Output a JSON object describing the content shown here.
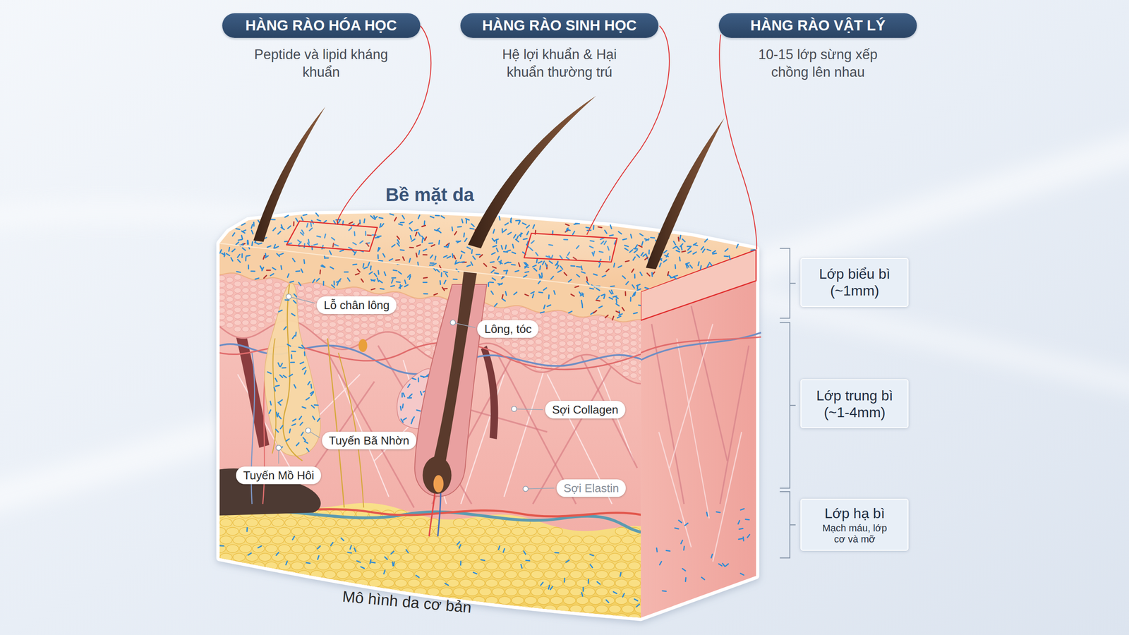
{
  "diagram": {
    "caption": "Mô hình da cơ bản",
    "nodes": [
      {
        "text": [
          "HÀNG RÀO HÓA HỌC",
          "Peptide và lipid kháng khuẩn"
        ]
      },
      {
        "text": [
          "HÀNG RÀO SINH HỌC",
          "Hệ lợi khuẩn & Hại khuẩn thường trú"
        ]
      },
      {
        "text": [
          "HÀNG RÀO VẬT LÝ",
          "10-15 lớp sừng xếp chồng lên nhau"
        ]
      },
      {
        "text": [
          "Lỗ chân lông"
        ]
      },
      {
        "text": [
          "Lông, tóc"
        ]
      },
      {
        "text": [
          "Sợi Collagen"
        ]
      },
      {
        "text": [
          "Tuyến Bã Nhờn"
        ]
      },
      {
        "text": [
          "Tuyến Mồ Hôi"
        ]
      },
      {
        "text": [
          "Sợi Elastin"
        ]
      },
      {
        "text": [
          "Lớp biểu bì (~1mm)"
        ]
      },
      {
        "text": [
          "Lớp trung bì (~1-4mm)"
        ]
      },
      {
        "text": [
          "Lớp hạ bì",
          "Mạch máu, lớp cơ và mỡ"
        ]
      }
    ],
    "labels": [
      "Bề mặt da"
    ]
  }
}
